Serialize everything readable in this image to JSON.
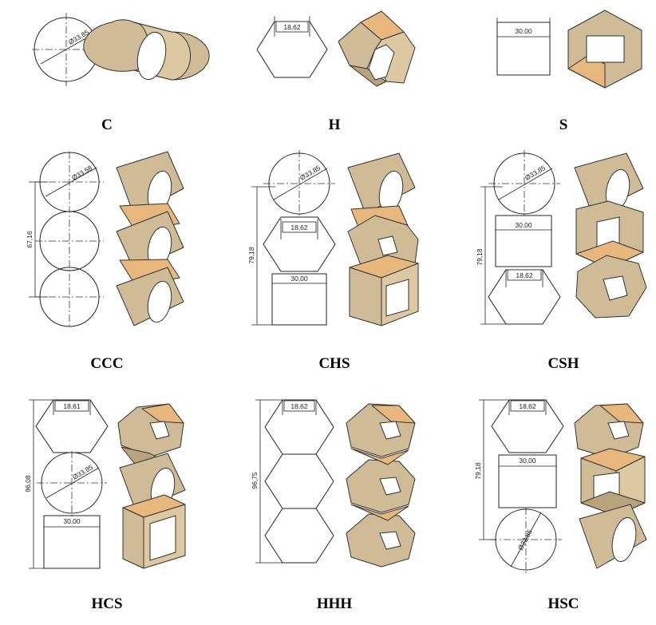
{
  "panels": [
    {
      "label": "C",
      "dims": [
        "Ø33,85"
      ]
    },
    {
      "label": "H",
      "dims": [
        "18,62"
      ]
    },
    {
      "label": "S",
      "dims": [
        "30,00"
      ]
    },
    {
      "label": "CCC",
      "dims": [
        "Ø33,58",
        "67,16"
      ]
    },
    {
      "label": "CHS",
      "dims": [
        "Ø33,85",
        "18,62",
        "30,00",
        "79,18"
      ]
    },
    {
      "label": "CSH",
      "dims": [
        "Ø33,85",
        "30,00",
        "18,62",
        "79,18"
      ]
    },
    {
      "label": "HCS",
      "dims": [
        "18,61",
        "Ø33,85",
        "30,00",
        "96,08"
      ]
    },
    {
      "label": "HHH",
      "dims": [
        "18,62",
        "96,75"
      ]
    },
    {
      "label": "HSC",
      "dims": [
        "18,62",
        "30,00",
        "Ø33,85",
        "79,18"
      ]
    }
  ],
  "colors": {
    "tan": "#cfbc96",
    "orange": "#e8b77d",
    "outline": "#222222"
  }
}
